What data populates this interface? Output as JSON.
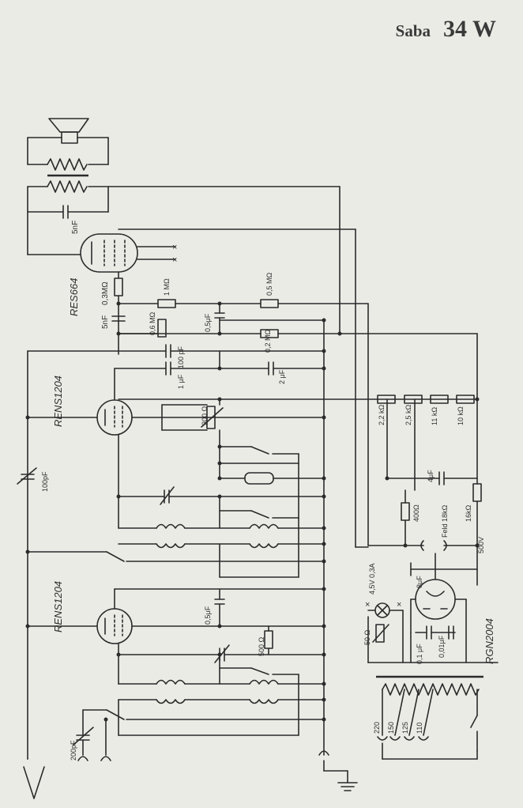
{
  "title": {
    "brand": "Saba",
    "model": "34 W"
  },
  "tubes": {
    "output": "RES664",
    "rf1": "RENS1204",
    "rf2": "RENS1204",
    "rectifier": "RGN2004"
  },
  "components": {
    "c_speaker": "5nF",
    "r_grid_out": "0,3MΩ",
    "c_grid_out": "5nF",
    "r_1m": "1 MΩ",
    "r_0_5m": "0,5 MΩ",
    "r_0_6m": "0,6 MΩ",
    "c_0_5uf": "0,5μF",
    "r_0_2m": "0,2 MΩ",
    "c_100pf_top": "100 pF",
    "c_1uf": "1 μF",
    "c_2uf": "2 μF",
    "r_300": "300 Ω",
    "c_100pf_left": "100pF",
    "r_2_2k": "2,2 kΩ",
    "r_2_5k": "2,5 kΩ",
    "r_11k": "11 kΩ",
    "r_10k": "10 kΩ",
    "c_4uf": "4μF",
    "r_400": "400Ω",
    "r_16k": "16kΩ",
    "v_500": "500V",
    "feld": "Feld 18kΩ",
    "c_8uf": "8μF",
    "lamp": "4,5V 0,3A",
    "r_50": "50 Ω",
    "c_0_5uf_b": "0,5μF",
    "r_500": "500 Ω",
    "c_0_1": "0,1 μF",
    "c_0_01": "0,01μF",
    "c_200pf": "200pF",
    "taps": [
      "220",
      "150",
      "125",
      "110"
    ]
  }
}
